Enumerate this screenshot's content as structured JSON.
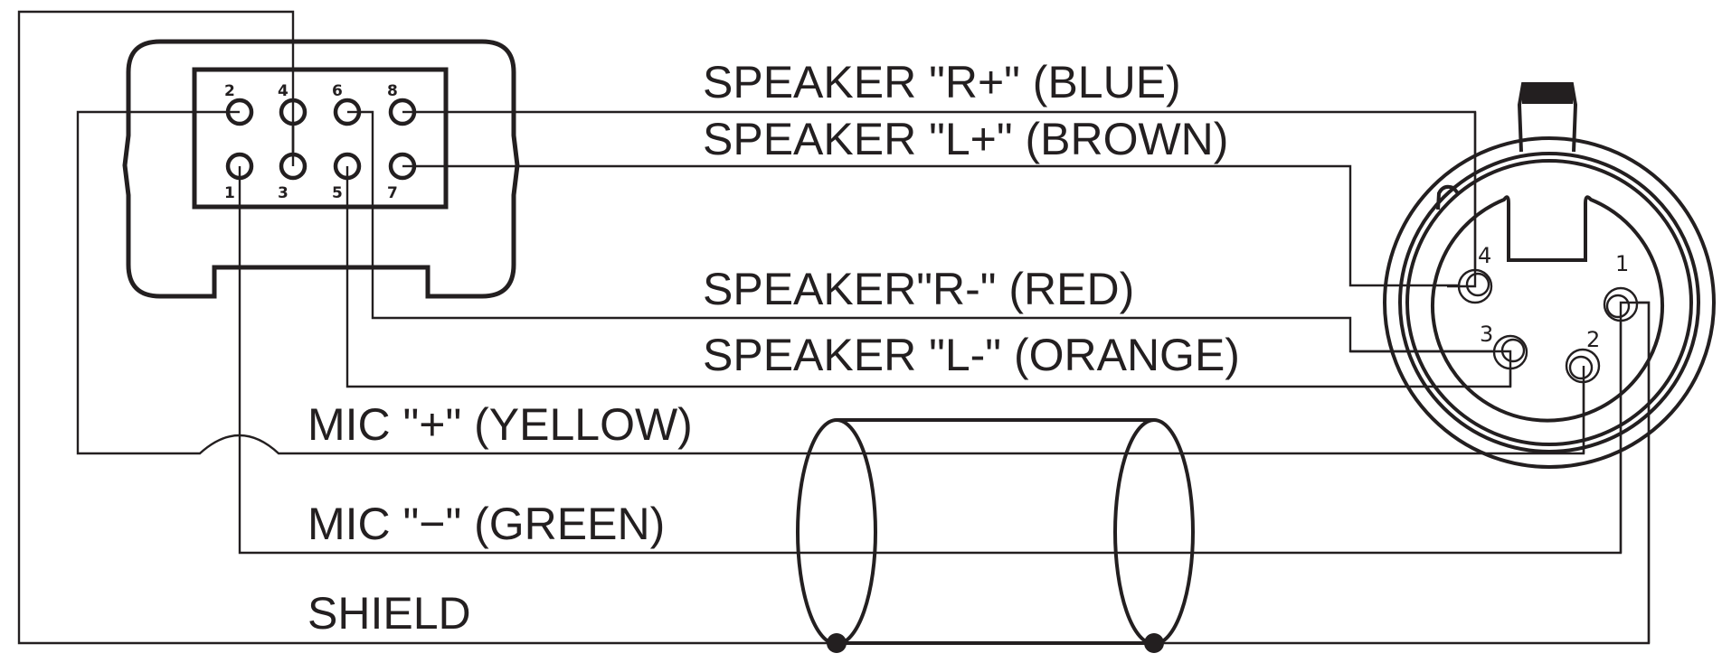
{
  "diagram": {
    "type": "wiring-diagram",
    "description": "8-pin connector to 4-pin XLR wiring with shielded cable",
    "left_connector": {
      "name": "8-pin connector",
      "pin_labels": [
        "1",
        "2",
        "3",
        "4",
        "5",
        "6",
        "7",
        "8"
      ]
    },
    "right_connector": {
      "name": "4-pin XLR",
      "pin_labels": [
        "1",
        "2",
        "3",
        "4"
      ]
    },
    "wires": [
      {
        "label": "SPEAKER \"R+\" (BLUE)",
        "from_pin": "8",
        "to_pin": "4"
      },
      {
        "label": "SPEAKER \"L+\" (BROWN)",
        "from_pin": "7",
        "to_pin": "4"
      },
      {
        "label": "SPEAKER\"R-\" (RED)",
        "from_pin": "6",
        "to_pin": "3"
      },
      {
        "label": "SPEAKER \"L-\" (ORANGE)",
        "from_pin": "5",
        "to_pin": "3"
      },
      {
        "label": "MIC \"+\" (YELLOW)",
        "from_pin": "2",
        "to_pin": "2"
      },
      {
        "label": "MIC \"−\" (GREEN)",
        "from_pin": "1",
        "to_pin": "1"
      },
      {
        "label": "SHIELD",
        "from_pin": "4/3",
        "to_pin": "1"
      }
    ],
    "colors": {
      "ink": "#231f20",
      "background": "#ffffff"
    }
  }
}
